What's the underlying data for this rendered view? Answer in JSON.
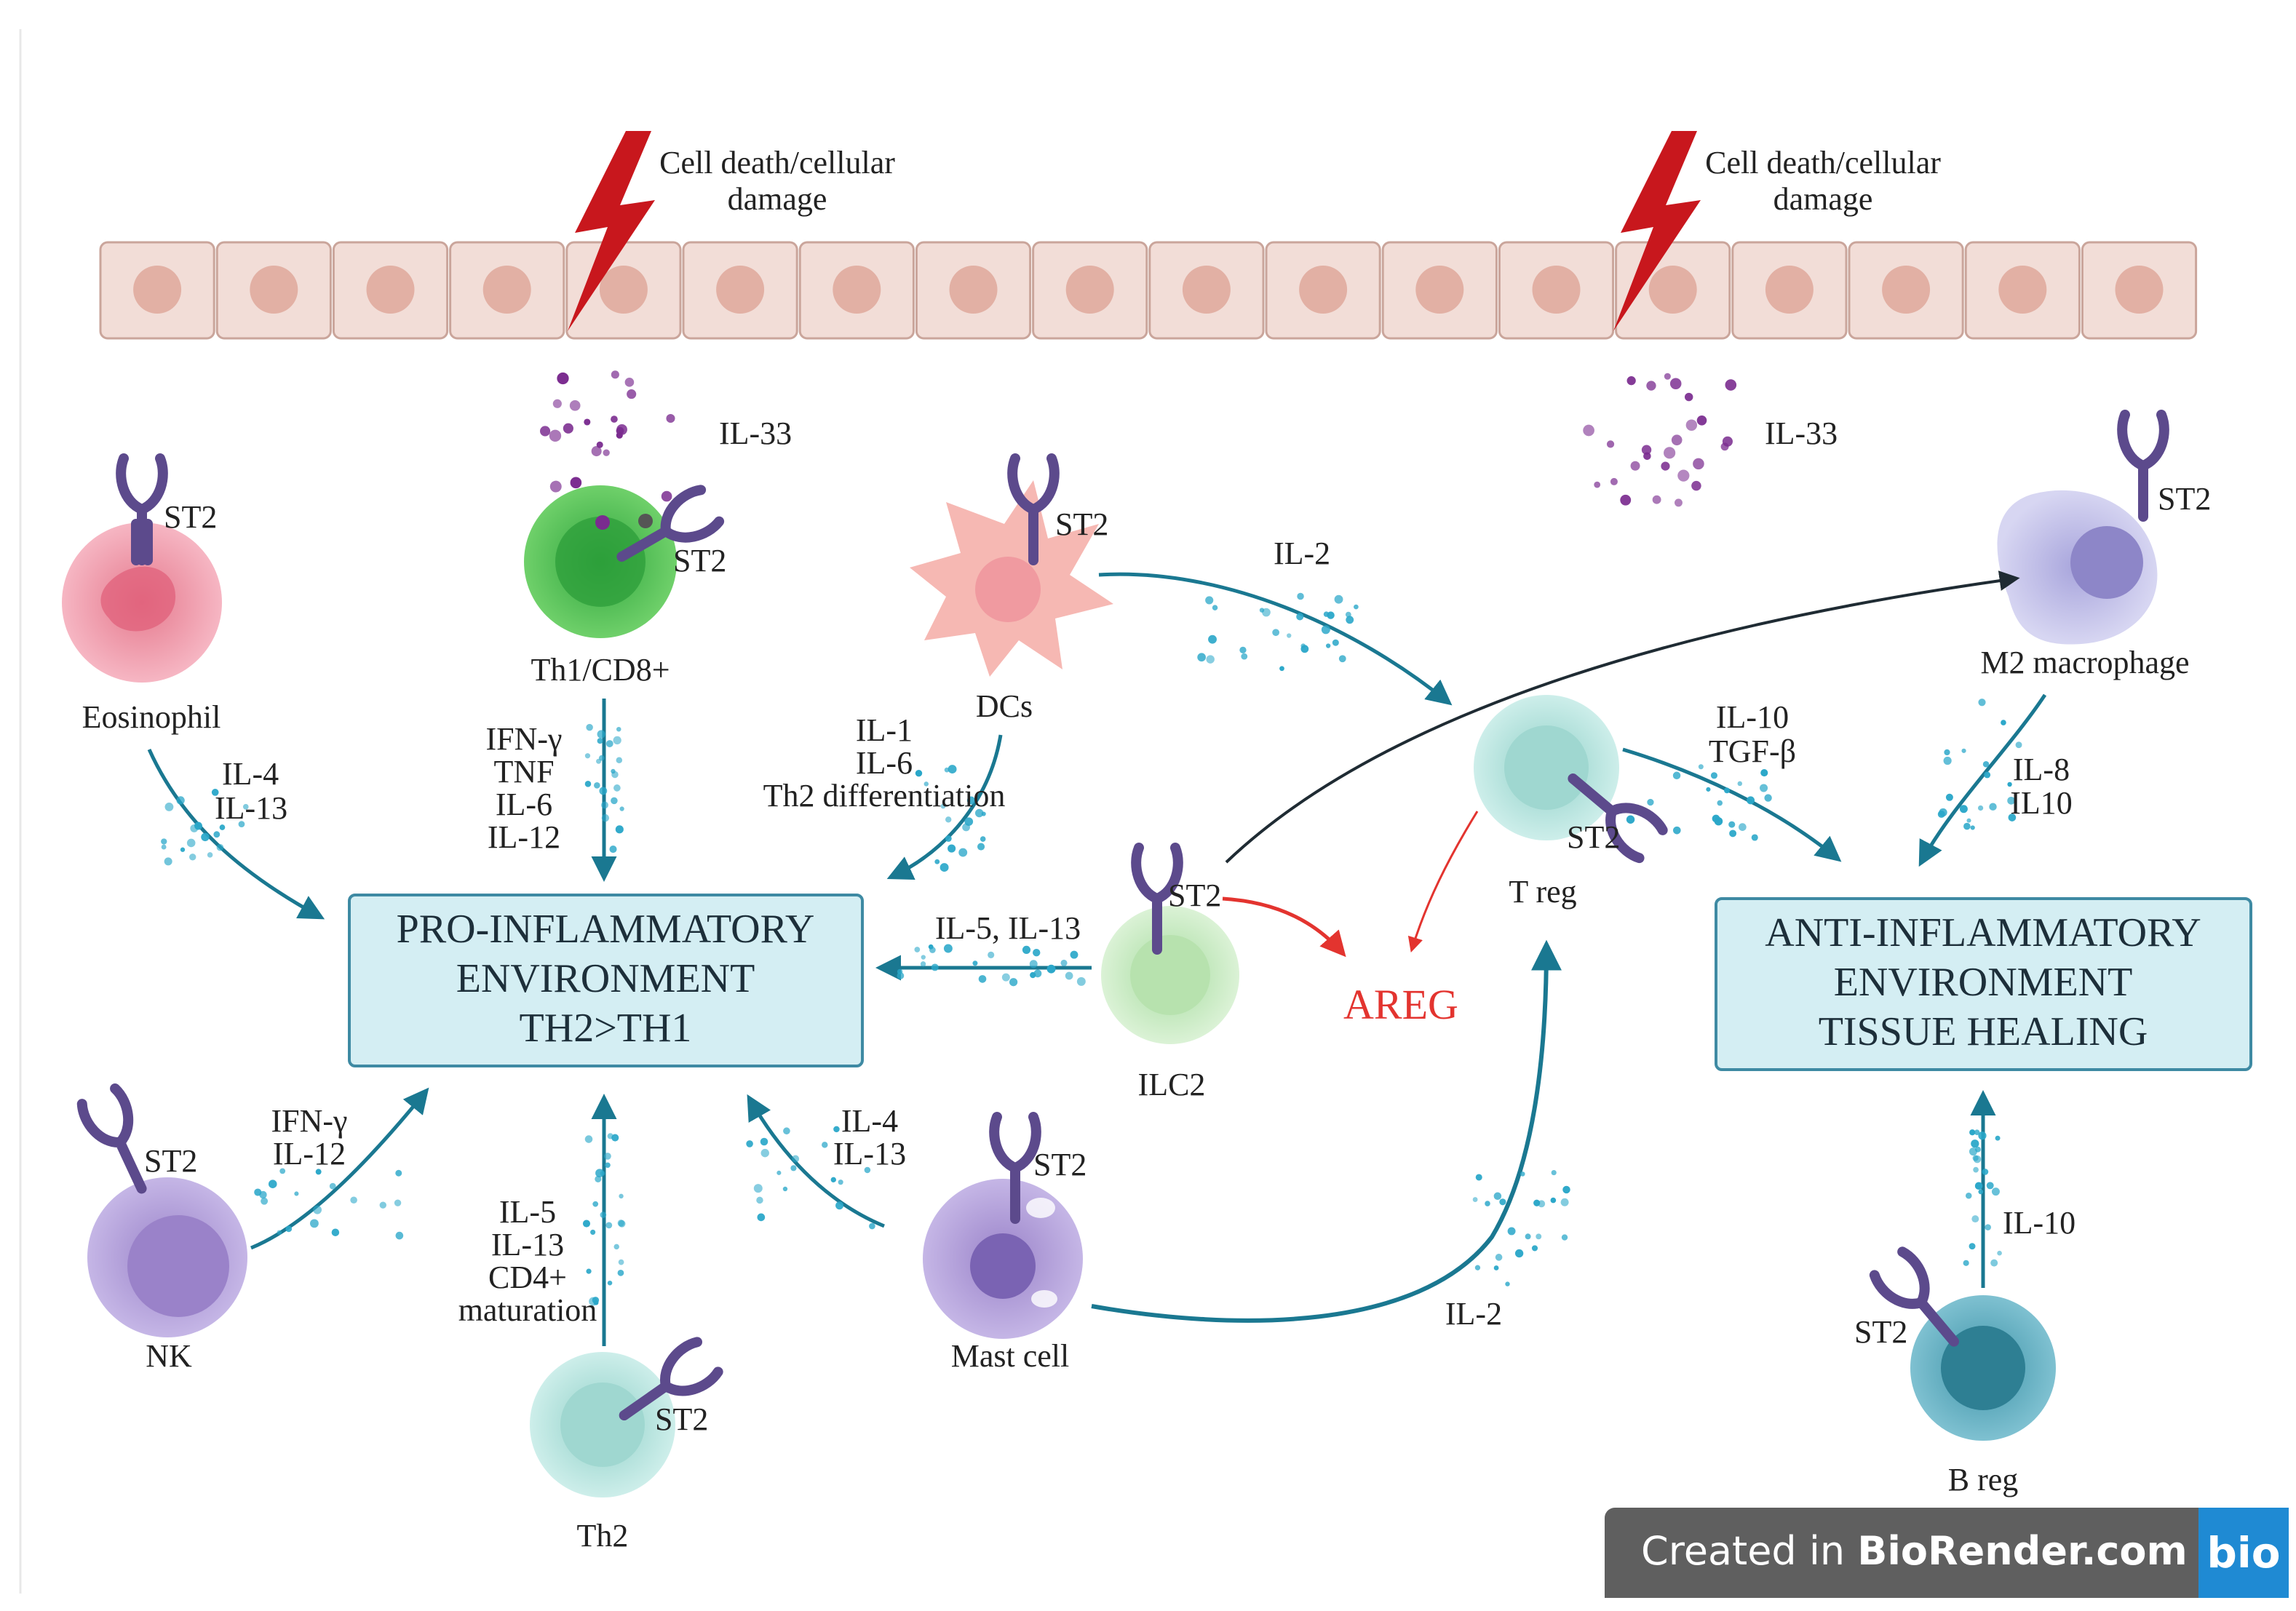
{
  "damage_labels": [
    {
      "line1": "Cell death/cellular",
      "line2": "damage"
    },
    {
      "line1": "Cell death/cellular",
      "line2": "damage"
    }
  ],
  "il33_labels": [
    "IL-33",
    "IL-33"
  ],
  "cells": {
    "eosinophil": {
      "name": "Eosinophil",
      "receptor": "ST2"
    },
    "th1": {
      "name": "Th1/CD8+",
      "receptor": "ST2"
    },
    "dcs": {
      "name": "DCs",
      "receptor": "ST2"
    },
    "m2": {
      "name": "M2 macrophage",
      "receptor": "ST2"
    },
    "treg": {
      "name": "T reg",
      "receptor": "ST2"
    },
    "ilc2": {
      "name": "ILC2",
      "receptor": "ST2"
    },
    "nk": {
      "name": "NK",
      "receptor": "ST2"
    },
    "th2": {
      "name": "Th2",
      "receptor": "ST2"
    },
    "mast": {
      "name": "Mast cell",
      "receptor": "ST2"
    },
    "breg": {
      "name": "B reg",
      "receptor": "ST2"
    }
  },
  "signals": {
    "eosinophil": [
      "IL-4",
      "IL-13"
    ],
    "th1": [
      "IFN-γ",
      "TNF",
      "IL-6",
      "IL-12"
    ],
    "dcs": [
      "IL-1",
      "IL-6",
      "Th2 differentiation"
    ],
    "dc_to_treg": "IL-2",
    "treg": [
      "IL-10",
      "TGF-β"
    ],
    "m2": [
      "IL-8",
      "IL10"
    ],
    "ilc2": "IL-5, IL-13",
    "nk": [
      "IFN-γ",
      "IL-12"
    ],
    "th2": [
      "IL-5",
      "IL-13",
      "CD4+",
      "maturation"
    ],
    "mast": [
      "IL-4",
      "IL-13"
    ],
    "mast_to_treg": "IL-2",
    "breg": "IL-10"
  },
  "areg": "AREG",
  "pro_box": [
    "PRO-INFLAMMATORY",
    "ENVIRONMENT",
    "TH2>TH1"
  ],
  "anti_box": [
    "ANTI-INFLAMMATORY",
    "ENVIRONMENT",
    "TISSUE HEALING"
  ],
  "footer": {
    "prefix": "Created in ",
    "brand": "BioRender.com",
    "logo": "bio"
  },
  "colors": {
    "arrow": "#1a7891",
    "areg": "#e3342f",
    "box_fill": "#d4eef3",
    "box_stroke": "#3e8aa3",
    "receptor": "#5c4a8c",
    "bolt": "#c8171d",
    "il33": "#7a2b8f"
  }
}
